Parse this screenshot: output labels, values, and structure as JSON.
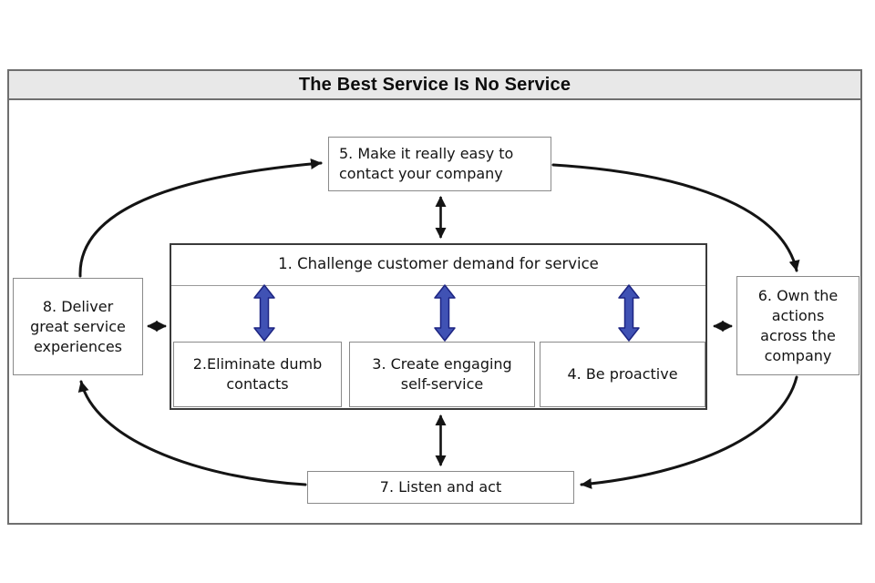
{
  "title": "The Best Service Is No Service",
  "nodes": {
    "challenge": "1. Challenge customer demand for service",
    "eliminate": "2.Eliminate dumb\ncontacts",
    "self_service": "3. Create engaging\nself-service",
    "proactive": "4. Be proactive",
    "easy_contact": "5. Make it really easy to\ncontact your company",
    "own_actions": "6. Own the\nactions\nacross the\ncompany",
    "listen_act": "7. Listen and act",
    "deliver": "8. Deliver\ngreat service\nexperiences"
  },
  "colors": {
    "accent_blue": "#4052b4",
    "accent_blue_dark": "#1d2583",
    "arrow_black": "#141414",
    "frame_border": "#6f6f6f",
    "title_bg": "#e8e8e8",
    "box_border": "#8a8a8a",
    "big_box_border": "#3a3a3a"
  }
}
